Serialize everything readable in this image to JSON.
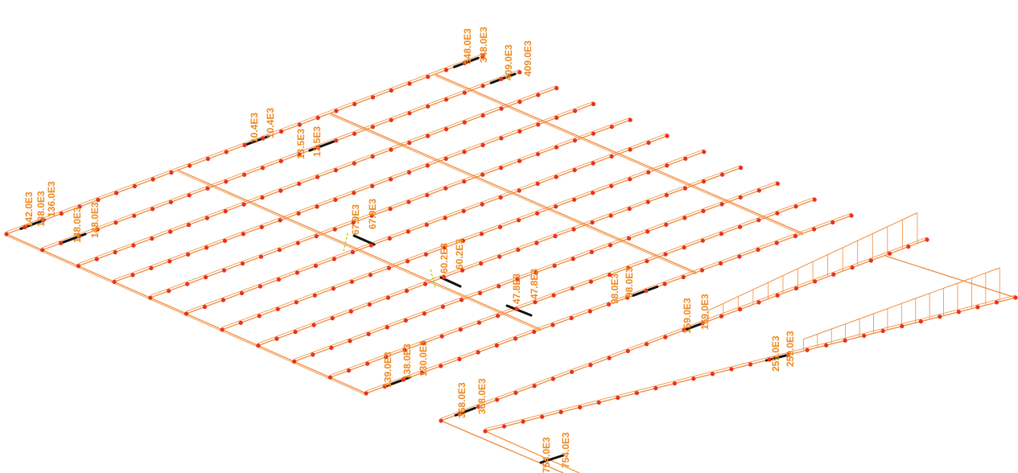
{
  "colors": {
    "member": "#F08C3C",
    "node": "#E8321E",
    "label": "#EE8A22",
    "highlight": "#111111",
    "accent": "#B8D200",
    "background": "#FFFFFF"
  },
  "labels": [
    {
      "id": "a1",
      "text": "142.0E3"
    },
    {
      "id": "a2",
      "text": "138.0E3"
    },
    {
      "id": "a3",
      "text": "136.0E3"
    },
    {
      "id": "a4",
      "text": "148.0E3"
    },
    {
      "id": "a5",
      "text": "148.0E3"
    },
    {
      "id": "b1",
      "text": "10.4E3"
    },
    {
      "id": "b2",
      "text": "10.4E3"
    },
    {
      "id": "b3",
      "text": "13.5E3"
    },
    {
      "id": "b4",
      "text": "13.5E3"
    },
    {
      "id": "c1",
      "text": "348.0E3"
    },
    {
      "id": "c2",
      "text": "348.0E3"
    },
    {
      "id": "c3",
      "text": "409.0E3"
    },
    {
      "id": "c4",
      "text": "409.0E3"
    },
    {
      "id": "d1",
      "text": "67.9E3"
    },
    {
      "id": "d2",
      "text": "67.9E3"
    },
    {
      "id": "d3",
      "text": "60.2E3"
    },
    {
      "id": "d4",
      "text": "60.2E3"
    },
    {
      "id": "d5",
      "text": "47.8E3"
    },
    {
      "id": "d6",
      "text": "47.8E3"
    },
    {
      "id": "e1",
      "text": "98.0E3"
    },
    {
      "id": "e2",
      "text": "98.0E3"
    },
    {
      "id": "f1",
      "text": "139.0E3"
    },
    {
      "id": "f2",
      "text": "138.0E3"
    },
    {
      "id": "f3",
      "text": "130.0E3"
    },
    {
      "id": "g1",
      "text": "159.0E3"
    },
    {
      "id": "g2",
      "text": "159.0E3"
    },
    {
      "id": "h1",
      "text": "368.0E3"
    },
    {
      "id": "h2",
      "text": "368.0E3"
    },
    {
      "id": "i1",
      "text": "259.0E3"
    },
    {
      "id": "i2",
      "text": "259.0E3"
    },
    {
      "id": "j1",
      "text": "754.0E3"
    },
    {
      "id": "j2",
      "text": "754.0E3"
    }
  ]
}
